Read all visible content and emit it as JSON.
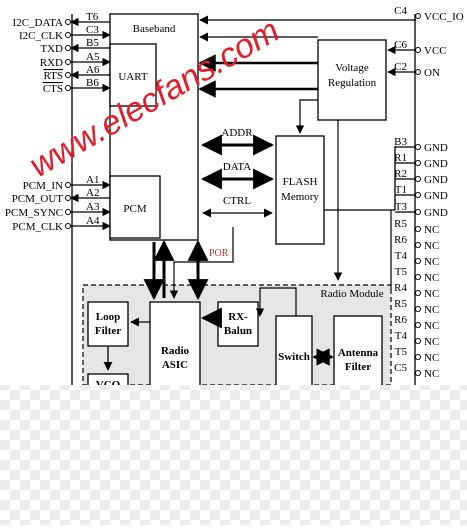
{
  "watermark": "www.elecfans.com",
  "blocks": {
    "baseband": "Baseband",
    "uart": "UART",
    "pcm": "PCM",
    "voltage_regulation": [
      "Voltage",
      "Regulation"
    ],
    "flash": [
      "FLASH",
      "Memory"
    ],
    "radio_module": "Radio Module",
    "loop_filter": [
      "Loop",
      "Filter"
    ],
    "radio_asic": [
      "Radio",
      "ASIC"
    ],
    "rx_balun": [
      "RX-",
      "Balun"
    ],
    "switch": "Switch",
    "antenna_filter": [
      "Antenna",
      "Filter"
    ],
    "vco": "VCO"
  },
  "buses": {
    "addr": "ADDR",
    "data": "DATA",
    "ctrl": "CTRL",
    "por": "POR"
  },
  "left_pins": [
    {
      "signal": "I2C_DATA",
      "pin": "T6"
    },
    {
      "signal": "I2C_CLK",
      "pin": "C3"
    },
    {
      "signal": "TXD",
      "pin": "B5"
    },
    {
      "signal": "RXD",
      "pin": "A5"
    },
    {
      "signal": "RTS",
      "pin": "A6"
    },
    {
      "signal": "CTS",
      "pin": "B6"
    },
    {
      "signal": "PCM_IN",
      "pin": "A1"
    },
    {
      "signal": "PCM_OUT",
      "pin": "A2"
    },
    {
      "signal": "PCM_SYNC",
      "pin": "A3"
    },
    {
      "signal": "PCM_CLK",
      "pin": "A4"
    }
  ],
  "right_power_pins": [
    {
      "pin": "C4",
      "signal": "VCC_IO"
    },
    {
      "pin": "C6",
      "signal": "VCC"
    },
    {
      "pin": "C2",
      "signal": "ON"
    }
  ],
  "gnd_pins": [
    {
      "pin": "B3",
      "signal": "GND"
    },
    {
      "pin": "R1",
      "signal": "GND"
    },
    {
      "pin": "R2",
      "signal": "GND"
    },
    {
      "pin": "T1",
      "signal": "GND"
    },
    {
      "pin": "T3",
      "signal": "GND"
    }
  ],
  "nc_pins": [
    {
      "pin": "R5",
      "signal": "NC"
    },
    {
      "pin": "R6",
      "signal": "NC"
    },
    {
      "pin": "T4",
      "signal": "NC"
    },
    {
      "pin": "T5",
      "signal": "NC"
    },
    {
      "pin": "R4",
      "signal": "NC"
    },
    {
      "pin": "R5",
      "signal": "NC"
    },
    {
      "pin": "R6",
      "signal": "NC"
    },
    {
      "pin": "T4",
      "signal": "NC"
    },
    {
      "pin": "T5",
      "signal": "NC"
    },
    {
      "pin": "C5",
      "signal": "NC"
    }
  ],
  "colors": {
    "line": "#000000",
    "watermark": "#e21e2b",
    "radio_module_fill": "#e6e6e6",
    "por_text": "#b5373b",
    "checker_light": "#ffffff",
    "checker_dark": "#ececec"
  }
}
